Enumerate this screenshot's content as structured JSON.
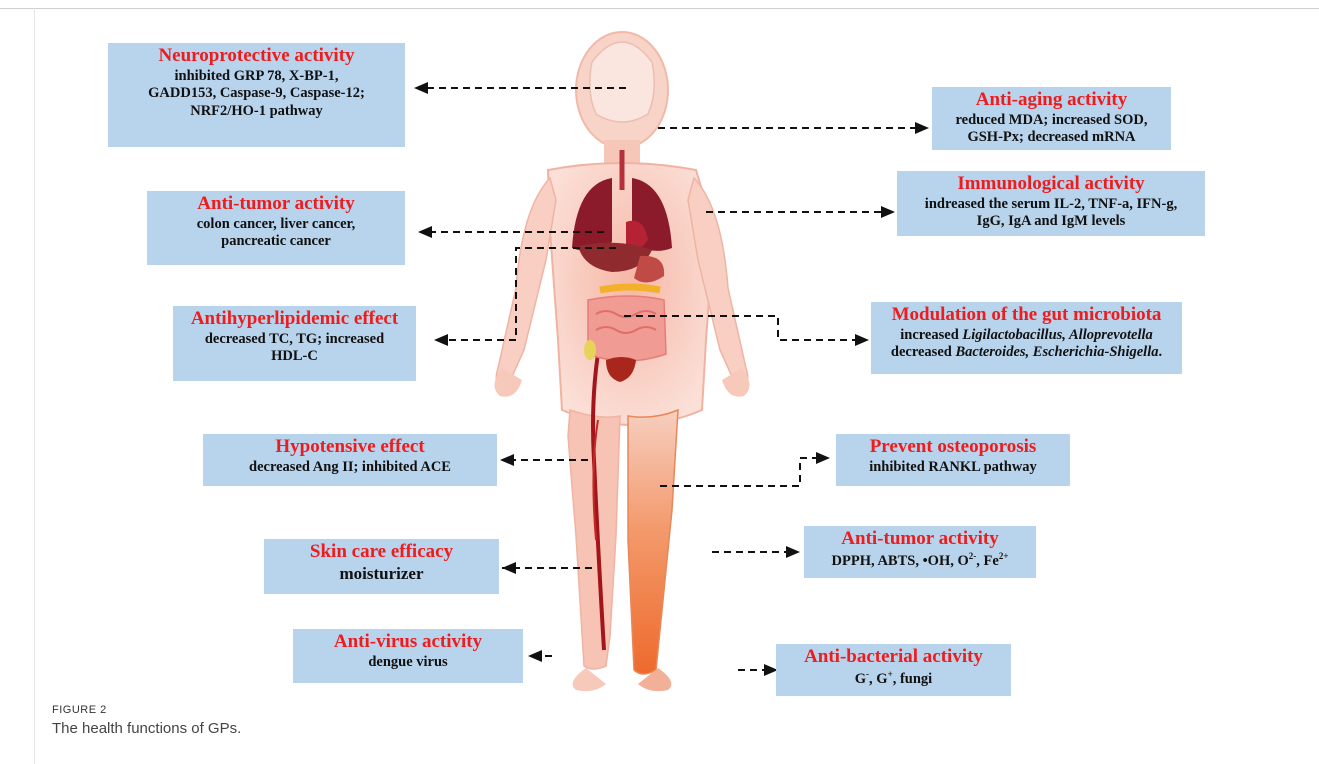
{
  "figure": {
    "label": "FIGURE 2",
    "caption": "The health functions of GPs."
  },
  "boxes": {
    "neuro": {
      "title": "Neuroprotective activity",
      "lines": [
        "inhibited GRP 78, X-BP-1,",
        "GADD153, Caspase-9, Caspase-12;",
        "NRF2/HO-1 pathway"
      ]
    },
    "aging": {
      "title": "Anti-aging activity",
      "lines": [
        "reduced MDA; increased SOD,",
        "GSH-Px; decreased mRNA"
      ]
    },
    "tumor1": {
      "title": "Anti-tumor activity",
      "lines": [
        "colon cancer, liver cancer,",
        "pancreatic cancer"
      ]
    },
    "immuno": {
      "title": "Immunological activity",
      "lines": [
        "indreased the serum IL-2, TNF-a, IFN-g,",
        "IgG, IgA and IgM levels"
      ]
    },
    "lipid": {
      "title": "Antihyperlipidemic effect",
      "lines": [
        "decreased TC, TG; increased",
        "HDL-C"
      ]
    },
    "gut": {
      "title": "Modulation of the gut microbiota",
      "l1_prefix": "increased ",
      "l1_italic": "Ligilactobacillus, Alloprevotella",
      "l2_prefix": "decreased ",
      "l2_italic": "Bacteroides, Escherichia-Shigella",
      "l2_suffix": "."
    },
    "hypo": {
      "title": "Hypotensive effect",
      "lines": [
        "decreased Ang II; inhibited ACE"
      ]
    },
    "osteo": {
      "title": "Prevent osteoporosis",
      "lines": [
        "inhibited RANKL pathway"
      ]
    },
    "skin": {
      "title": "Skin care efficacy",
      "lines": [
        "moisturizer"
      ]
    },
    "tumor2": {
      "title": "Anti-tumor activity",
      "line_prefix": "DPPH, ABTS, •OH, O",
      "sup1": "2-",
      "line_mid": ", Fe",
      "sup2": "2+"
    },
    "virus": {
      "title": "Anti-virus activity",
      "lines": [
        "dengue virus"
      ]
    },
    "bact": {
      "title": "Anti-bacterial activity",
      "l_a": "G",
      "sup_a": "-",
      "l_b": ", G",
      "sup_b": "+",
      "l_c": ", fungi"
    }
  },
  "colors": {
    "title_red": "#ee1c1c",
    "box_blue": "#b8d3ec",
    "arrow": "#111111",
    "body_light": "#f7c4b6",
    "body_mid": "#f3a58e",
    "leg_orange": "#f08a4b"
  }
}
